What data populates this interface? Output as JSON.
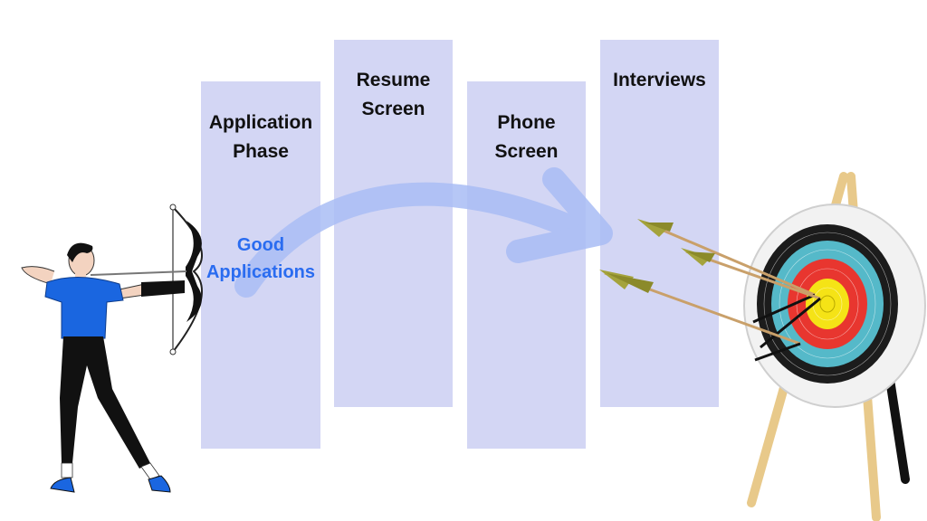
{
  "stages": [
    {
      "line1": "Application",
      "line2": "Phase"
    },
    {
      "line1": "Resume",
      "line2": "Screen"
    },
    {
      "line1": "Phone",
      "line2": "Screen"
    },
    {
      "line1": "Interviews",
      "line2": ""
    }
  ],
  "annotation": {
    "line1": "Good",
    "line2": "Applications"
  },
  "colors": {
    "column": "#d3d6f4",
    "arrow": "#a9bdf5",
    "annotation_text": "#2a6cf0",
    "shirt": "#1a66e0"
  },
  "icons": [
    "archer-illustration",
    "bow-icon",
    "target-icon",
    "arrow-icon"
  ]
}
